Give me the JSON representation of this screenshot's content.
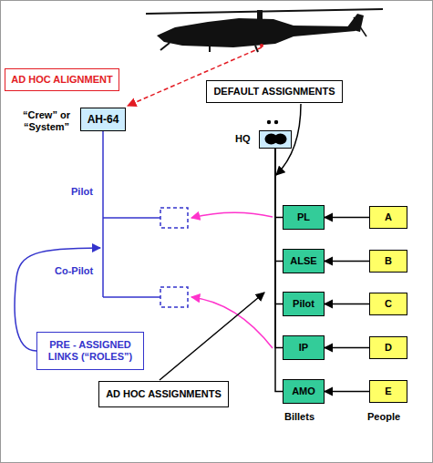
{
  "diagram": {
    "nodes": [
      {
        "text": [
          "AD HOC ALIGNMENT"
        ]
      },
      {
        "text": [
          "DEFAULT ASSIGNMENTS"
        ]
      },
      {
        "text": [
          "AH-64"
        ]
      },
      {
        "text": [
          "HQ"
        ]
      },
      {
        "text": [
          "PL"
        ]
      },
      {
        "text": [
          "A"
        ]
      },
      {
        "text": [
          "ALSE"
        ]
      },
      {
        "text": [
          "B"
        ]
      },
      {
        "text": [
          "Pilot"
        ]
      },
      {
        "text": [
          "C"
        ]
      },
      {
        "text": [
          "IP"
        ]
      },
      {
        "text": [
          "D"
        ]
      },
      {
        "text": [
          "AMO"
        ]
      },
      {
        "text": [
          "E"
        ]
      },
      {
        "text": [
          "PRE - ASSIGNED LINKS (“ROLES”)"
        ]
      },
      {
        "text": [
          "AD HOC ASSIGNMENTS"
        ]
      }
    ],
    "edges": [
      {
        "from": 3,
        "to": 4,
        "arrow": "none"
      },
      {
        "from": 3,
        "to": 6,
        "arrow": "none"
      },
      {
        "from": 3,
        "to": 8,
        "arrow": "none"
      },
      {
        "from": 3,
        "to": 10,
        "arrow": "none"
      },
      {
        "from": 3,
        "to": 12,
        "arrow": "none"
      },
      {
        "from": 5,
        "to": 4,
        "arrow": "to"
      },
      {
        "from": 7,
        "to": 6,
        "arrow": "to"
      },
      {
        "from": 9,
        "to": 8,
        "arrow": "to"
      },
      {
        "from": 11,
        "to": 10,
        "arrow": "to"
      },
      {
        "from": 13,
        "to": 12,
        "arrow": "to"
      }
    ],
    "labels": [
      "“Crew” or “System”",
      "Pilot",
      "Co-Pilot",
      "Billets",
      "People"
    ]
  }
}
